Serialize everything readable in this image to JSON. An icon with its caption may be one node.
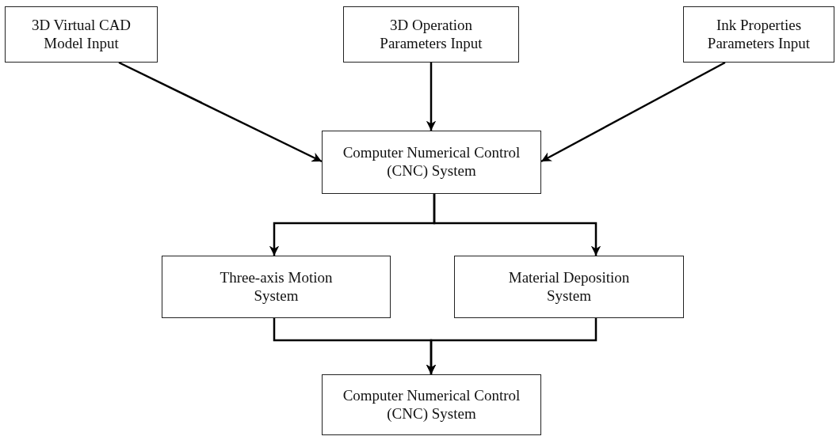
{
  "diagram": {
    "nodes": [
      {
        "text": [
          "3D Virtual CAD Model Input"
        ]
      },
      {
        "text": [
          "3D Operation Parameters Input"
        ]
      },
      {
        "text": [
          "Ink Properties Parameters Input"
        ]
      },
      {
        "text": [
          "Computer Numerical Control (CNC) System"
        ]
      },
      {
        "text": [
          "Three-axis Motion System"
        ]
      },
      {
        "text": [
          "Material Deposition System"
        ]
      },
      {
        "text": [
          "Computer Numerical Control (CNC) System"
        ]
      }
    ],
    "edges": [
      {
        "from": 0,
        "to": 3,
        "arrow": "to"
      },
      {
        "from": 1,
        "to": 3,
        "arrow": "to"
      },
      {
        "from": 2,
        "to": 3,
        "arrow": "to"
      },
      {
        "from": 3,
        "to": 4,
        "arrow": "to"
      },
      {
        "from": 3,
        "to": 5,
        "arrow": "to"
      },
      {
        "from": 4,
        "to": 6,
        "arrow": "to"
      },
      {
        "from": 5,
        "to": 6,
        "arrow": "to"
      }
    ]
  }
}
